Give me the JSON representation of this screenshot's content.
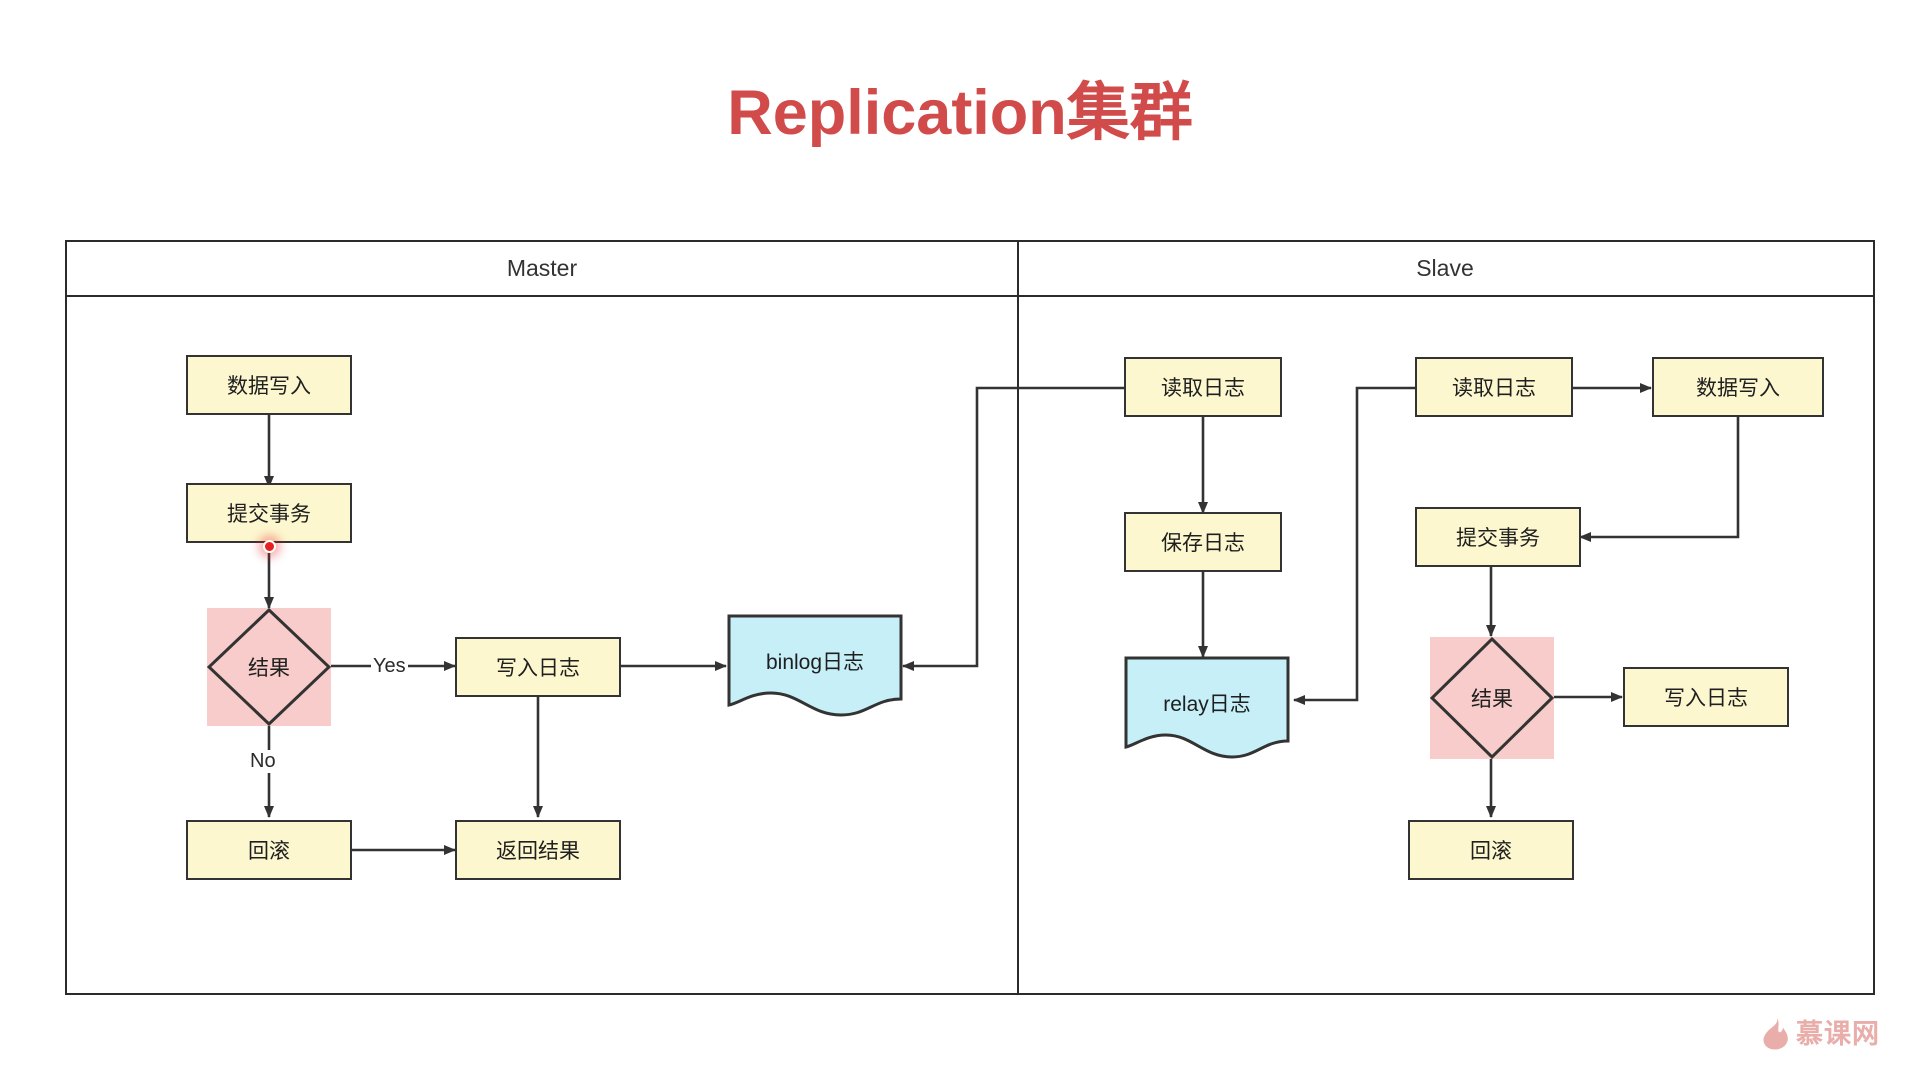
{
  "title": "Replication集群",
  "title_color": "#d24b4b",
  "lanes": [
    {
      "name": "Master"
    },
    {
      "name": "Slave"
    }
  ],
  "palette": {
    "process_fill": "#fcf7cf",
    "decision_fill": "#f7ccca",
    "document_fill": "#c6eff7",
    "stroke": "#333333",
    "hotspot": "#e8201f"
  },
  "master": {
    "nodes": {
      "data_write": "数据写入",
      "commit_tx": "提交事务",
      "result": "结果",
      "write_log": "写入日志",
      "binlog": "binlog日志",
      "rollback": "回滚",
      "return_result": "返回结果"
    },
    "edge_labels": {
      "yes": "Yes",
      "no": "No"
    }
  },
  "slave": {
    "nodes": {
      "read_log_io": "读取日志",
      "save_log": "保存日志",
      "relay_log": "relay日志",
      "read_log_sql": "读取日志",
      "data_write": "数据写入",
      "commit_tx": "提交事务",
      "result": "结果",
      "write_log": "写入日志",
      "rollback": "回滚"
    }
  },
  "watermark": {
    "text": "慕课网",
    "icon": "flame-icon",
    "color": "#e8a9a6"
  },
  "chart_data": {
    "type": "flowchart",
    "title": "Replication集群",
    "lanes": [
      "Master",
      "Slave"
    ],
    "nodes": [
      {
        "id": "m1",
        "lane": "Master",
        "label": "数据写入",
        "shape": "process"
      },
      {
        "id": "m2",
        "lane": "Master",
        "label": "提交事务",
        "shape": "process"
      },
      {
        "id": "m3",
        "lane": "Master",
        "label": "结果",
        "shape": "decision"
      },
      {
        "id": "m4",
        "lane": "Master",
        "label": "写入日志",
        "shape": "process"
      },
      {
        "id": "m5",
        "lane": "Master",
        "label": "binlog日志",
        "shape": "document"
      },
      {
        "id": "m6",
        "lane": "Master",
        "label": "回滚",
        "shape": "process"
      },
      {
        "id": "m7",
        "lane": "Master",
        "label": "返回结果",
        "shape": "process"
      },
      {
        "id": "s1",
        "lane": "Slave",
        "label": "读取日志",
        "shape": "process"
      },
      {
        "id": "s2",
        "lane": "Slave",
        "label": "保存日志",
        "shape": "process"
      },
      {
        "id": "s3",
        "lane": "Slave",
        "label": "relay日志",
        "shape": "document"
      },
      {
        "id": "s4",
        "lane": "Slave",
        "label": "读取日志",
        "shape": "process"
      },
      {
        "id": "s5",
        "lane": "Slave",
        "label": "数据写入",
        "shape": "process"
      },
      {
        "id": "s6",
        "lane": "Slave",
        "label": "提交事务",
        "shape": "process"
      },
      {
        "id": "s7",
        "lane": "Slave",
        "label": "结果",
        "shape": "decision"
      },
      {
        "id": "s8",
        "lane": "Slave",
        "label": "写入日志",
        "shape": "process"
      },
      {
        "id": "s9",
        "lane": "Slave",
        "label": "回滚",
        "shape": "process"
      }
    ],
    "edges": [
      {
        "from": "m1",
        "to": "m2",
        "label": ""
      },
      {
        "from": "m2",
        "to": "m3",
        "label": ""
      },
      {
        "from": "m3",
        "to": "m4",
        "label": "Yes"
      },
      {
        "from": "m3",
        "to": "m6",
        "label": "No"
      },
      {
        "from": "m4",
        "to": "m5",
        "label": ""
      },
      {
        "from": "m4",
        "to": "m7",
        "label": ""
      },
      {
        "from": "m6",
        "to": "m7",
        "label": ""
      },
      {
        "from": "s1",
        "to": "m5",
        "label": ""
      },
      {
        "from": "s1",
        "to": "s2",
        "label": ""
      },
      {
        "from": "s2",
        "to": "s3",
        "label": ""
      },
      {
        "from": "s4",
        "to": "s3",
        "label": ""
      },
      {
        "from": "s4",
        "to": "s5",
        "label": ""
      },
      {
        "from": "s5",
        "to": "s6",
        "label": ""
      },
      {
        "from": "s6",
        "to": "s7",
        "label": ""
      },
      {
        "from": "s7",
        "to": "s8",
        "label": ""
      },
      {
        "from": "s7",
        "to": "s9",
        "label": ""
      }
    ]
  }
}
